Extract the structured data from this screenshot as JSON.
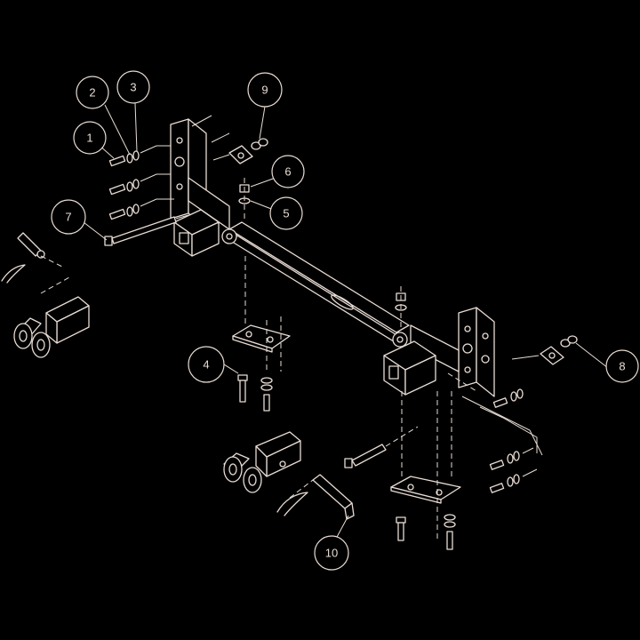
{
  "callouts": [
    {
      "label": "1"
    },
    {
      "label": "2"
    },
    {
      "label": "3"
    },
    {
      "label": "4"
    },
    {
      "label": "5"
    },
    {
      "label": "6"
    },
    {
      "label": "7"
    },
    {
      "label": "8"
    },
    {
      "label": "9"
    },
    {
      "label": "10"
    }
  ],
  "colors": {
    "background": "#000000",
    "linework": "#e8dcd4"
  }
}
